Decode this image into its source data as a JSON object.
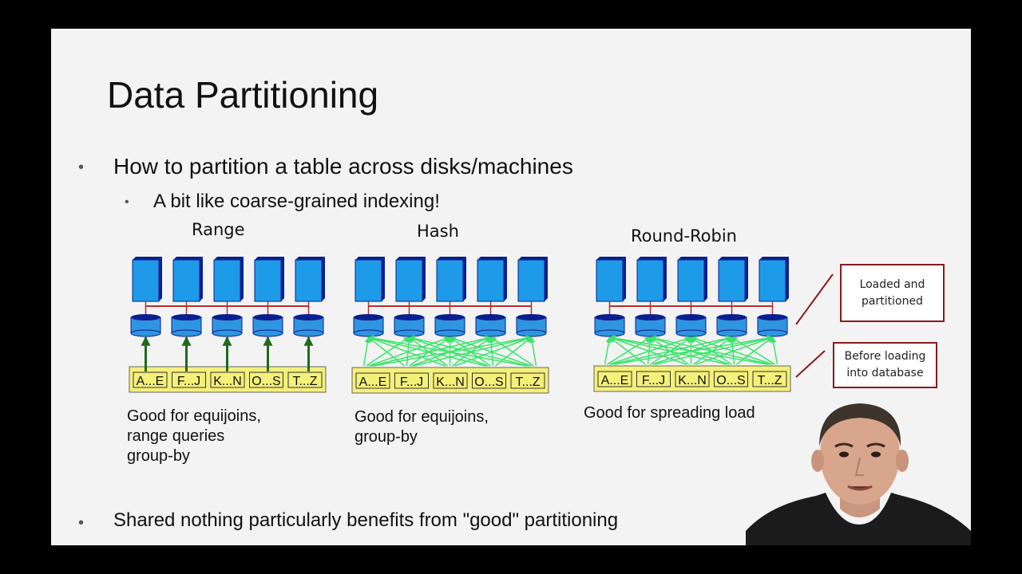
{
  "slide": {
    "title": "Data Partitioning",
    "bullets": [
      "How to partition a table across disks/machines",
      "A bit like coarse-grained indexing!",
      "Shared nothing particularly benefits from \"good\" partitioning"
    ],
    "bullet_marker": "•"
  },
  "schemes": [
    {
      "name": "Range",
      "partitions": [
        "A...E",
        "F...J",
        "K...N",
        "O...S",
        "T...Z"
      ],
      "caption": [
        "Good for equijoins,",
        "range queries",
        "group-by"
      ]
    },
    {
      "name": "Hash",
      "partitions": [
        "A...E",
        "F...J",
        "K...N",
        "O...S",
        "T...Z"
      ],
      "caption": [
        "Good for equijoins,",
        "group-by"
      ]
    },
    {
      "name": "Round-Robin",
      "partitions": [
        "A...E",
        "F...J",
        "K...N",
        "O...S",
        "T...Z"
      ],
      "caption": [
        "Good for spreading load"
      ]
    }
  ],
  "callouts": {
    "loaded": [
      "Loaded and",
      "partitioned"
    ],
    "before": [
      "Before loading",
      "into database"
    ]
  },
  "colors": {
    "machine_blue": "#1e9be8",
    "machine_dark": "#0a1f8f",
    "disk_blue": "#2f95e0",
    "bar_yellow": "#f4f07a",
    "arrow_green": "#3ae46a",
    "range_arrow": "#1f6a1f",
    "bus_red": "#b03030",
    "callout_border": "#8b1a1a"
  }
}
